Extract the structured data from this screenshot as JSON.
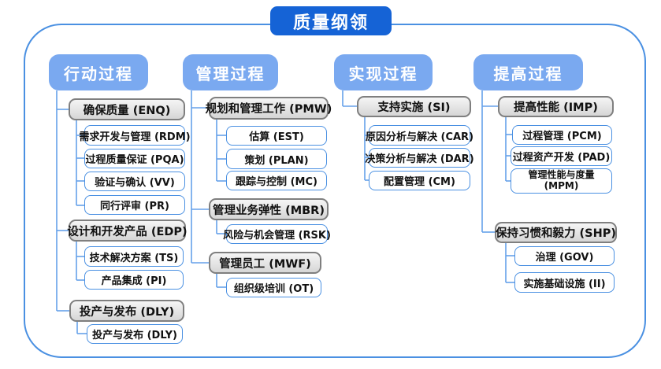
{
  "title": "质量纲领",
  "colors": {
    "title_bg": "#1563d6",
    "column_header_bg": "#7aa9f0",
    "connector_line": "#66a1ea",
    "container_border": "#4a90e2",
    "group_box_border": "#7f7f7f",
    "group_box_bg": "#e3e3e3",
    "item_border": "#4a90e2"
  },
  "columns": [
    {
      "label": "行动过程",
      "groups": [
        {
          "label": "确保质量 (ENQ)",
          "items": [
            "需求开发与管理 (RDM)",
            "过程质量保证 (PQA)",
            "验证与确认 (VV)",
            "同行评审 (PR)"
          ]
        },
        {
          "label": "设计和开发产品 (EDP)",
          "items": [
            "技术解决方案 (TS)",
            "产品集成 (PI)"
          ]
        },
        {
          "label": "投产与发布 (DLY)",
          "items": [
            "投产与发布 (DLY)"
          ]
        }
      ]
    },
    {
      "label": "管理过程",
      "groups": [
        {
          "label": "规划和管理工作 (PMW)",
          "items": [
            "估算 (EST)",
            "策划 (PLAN)",
            "跟踪与控制 (MC)"
          ]
        },
        {
          "label": "管理业务弹性 (MBR)",
          "items": [
            "风险与机会管理 (RSK)"
          ]
        },
        {
          "label": "管理员工 (MWF)",
          "items": [
            "组织级培训 (OT)"
          ]
        }
      ]
    },
    {
      "label": "实现过程",
      "groups": [
        {
          "label": "支持实施 (SI)",
          "items": [
            "原因分析与解决 (CAR)",
            "决策分析与解决 (DAR)",
            "配置管理 (CM)"
          ]
        }
      ]
    },
    {
      "label": "提高过程",
      "groups": [
        {
          "label": "提高性能 (IMP)",
          "items": [
            "过程管理 (PCM)",
            "过程资产开发 (PAD)",
            "管理性能与度量 (MPM)"
          ]
        },
        {
          "label": "保持习惯和毅力 (SHP)",
          "items": [
            "治理 (GOV)",
            "实施基础设施 (II)"
          ]
        }
      ]
    }
  ]
}
